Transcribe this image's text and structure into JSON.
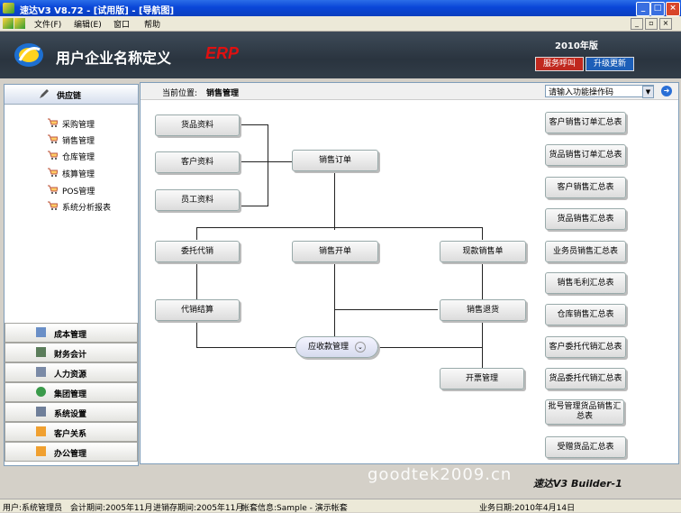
{
  "window": {
    "title": "速达V3 V8.72 - [试用版] - [导航图]"
  },
  "menu": [
    "文件(F)",
    "编辑(E)",
    "窗口",
    "帮助"
  ],
  "banner": {
    "company": "用户企业名称定义",
    "erp": "ERP",
    "year": "2010年版",
    "service": "服务呼叫",
    "upgrade": "升级更新"
  },
  "leftnav": {
    "supply_chain": "供应链",
    "sub_items": [
      "采购管理",
      "销售管理",
      "仓库管理",
      "核算管理",
      "POS管理",
      "系统分析报表"
    ],
    "categories": [
      "成本管理",
      "财务会计",
      "人力资源",
      "集团管理",
      "系统设置",
      "客户关系",
      "办公管理"
    ]
  },
  "main": {
    "location_label": "当前位置:",
    "location": "销售管理",
    "func_placeholder": "请输入功能操作码"
  },
  "flow": {
    "goods_info": "货品资料",
    "customer_info": "客户资料",
    "staff_info": "员工资料",
    "sales_order": "销售订单",
    "consignment": "委托代销",
    "sales_invoice": "销售开单",
    "cash_sale": "现款销售单",
    "consign_settle": "代销结算",
    "sales_return": "销售退货",
    "receivables": "应收款管理",
    "invoicing": "开票管理"
  },
  "reports": [
    "客户销售订单汇总表",
    "货品销售订单汇总表",
    "客户销售汇总表",
    "货品销售汇总表",
    "业务员销售汇总表",
    "销售毛利汇总表",
    "仓库销售汇总表",
    "客户委托代销汇总表",
    "货品委托代销汇总表",
    "批号管理货品销售汇总表",
    "受赠货品汇总表"
  ],
  "footer": {
    "watermark": "goodtek2009.cn",
    "brand": "速达V3 Builder-1"
  },
  "status": {
    "user": "用户:系统管理员",
    "period": "会计期间:2005年11月",
    "stock_period": "进销存期间:2005年11月",
    "account": "帐套信息:Sample - 演示帐套",
    "business_date": "业务日期:2010年4月14日"
  }
}
